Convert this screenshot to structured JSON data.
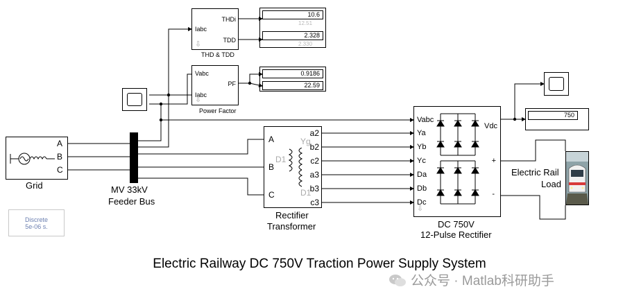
{
  "title": "Electric Railway DC 750V Traction Power Supply System",
  "watermark": "公众号 · Matlab科研助手",
  "colors": {
    "wire": "#000000",
    "block_border": "#000000",
    "solver_text": "#6b7fb0",
    "ghost_text": "#b8b8b8"
  },
  "grid": {
    "name": "Grid",
    "ports": [
      "A",
      "B",
      "C"
    ]
  },
  "bus": {
    "name_line1": "MV 33kV",
    "name_line2": "Feeder Bus"
  },
  "thd": {
    "in": "Iabc",
    "out1": "THDi",
    "out2": "TDD",
    "name": "THD & TDD",
    "value1": "10.6",
    "value1_ghost": "12.51",
    "value2": "2.328",
    "value2_ghost": "2.330"
  },
  "pf": {
    "in1": "Vabc",
    "in2": "Iabc",
    "out": "PF",
    "name": "Power Factor",
    "value1": "0.9186",
    "value2": "22.59"
  },
  "transformer": {
    "name_line1": "Rectifier",
    "name_line2": "Transformer",
    "in_ports": [
      "A",
      "B",
      "C"
    ],
    "out_ports": [
      "a2",
      "b2",
      "c2",
      "a3",
      "b3",
      "c3"
    ],
    "labels": [
      "Yg",
      "D1",
      "D1"
    ]
  },
  "rectifier": {
    "name_line1": "DC 750V",
    "name_line2": "12-Pulse Rectifier",
    "in_ports": [
      "Vabc",
      "Ya",
      "Yb",
      "Yc",
      "Da",
      "Db",
      "Dc"
    ],
    "out_port": "Vdc",
    "plus": "+",
    "minus": "-"
  },
  "vdc_display": {
    "value": "750"
  },
  "load": {
    "name_line1": "Electric Rail",
    "name_line2": "Load"
  },
  "solver": {
    "line1": "Discrete",
    "line2": "5e-06 s."
  },
  "icons": [
    "ac-source-icon",
    "inductor-icon",
    "scope-icon",
    "train-icon",
    "thyristor-icon",
    "transformer-coil-icon",
    "down-arrow-icon"
  ]
}
